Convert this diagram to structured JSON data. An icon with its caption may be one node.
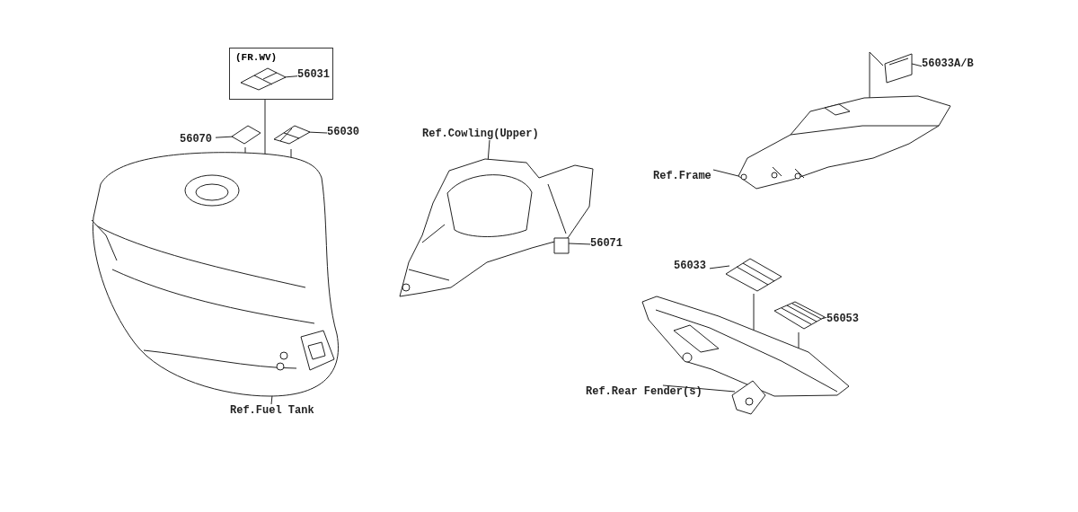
{
  "diagram": {
    "nodes": [
      {
        "text": [
          "(FR.WV)"
        ]
      },
      {
        "text": [
          "56031"
        ],
        "in": 0
      },
      {
        "text": [],
        "shape": "picture",
        "in": 0
      },
      {
        "text": [
          "56070"
        ]
      },
      {
        "text": [],
        "shape": "picture"
      },
      {
        "text": [
          "56030"
        ]
      },
      {
        "text": [],
        "shape": "picture"
      },
      {
        "text": [],
        "shape": "picture"
      },
      {
        "text": [
          "Ref.Fuel Tank"
        ]
      },
      {
        "text": [
          "Ref.Cowling(Upper)"
        ]
      },
      {
        "text": [],
        "shape": "picture"
      },
      {
        "text": [],
        "shape": "box"
      },
      {
        "text": [
          "56071"
        ]
      },
      {
        "text": [],
        "shape": "picture"
      },
      {
        "text": [
          "56033A/B"
        ]
      },
      {
        "text": [],
        "shape": "picture"
      },
      {
        "text": [
          "Ref.Frame"
        ]
      },
      {
        "text": [
          "56033"
        ]
      },
      {
        "text": [],
        "shape": "picture"
      },
      {
        "text": [
          "56053"
        ]
      },
      {
        "text": [],
        "shape": "picture"
      },
      {
        "text": [],
        "shape": "picture"
      },
      {
        "text": [
          "Ref.Rear Fender(s)"
        ]
      }
    ],
    "edges": [
      {
        "from": 1,
        "to": 2,
        "arrow": "none"
      },
      {
        "from": 0,
        "to": 7,
        "arrow": "none"
      },
      {
        "from": 3,
        "to": 4,
        "arrow": "none"
      },
      {
        "from": 4,
        "to": 7,
        "arrow": "none"
      },
      {
        "from": 5,
        "to": 6,
        "arrow": "none"
      },
      {
        "from": 6,
        "to": 7,
        "arrow": "none"
      },
      {
        "from": 8,
        "to": 7,
        "arrow": "none"
      },
      {
        "from": 9,
        "to": 10,
        "arrow": "none"
      },
      {
        "from": 11,
        "to": 10,
        "arrow": "none"
      },
      {
        "from": 12,
        "to": 11,
        "arrow": "none"
      },
      {
        "from": 14,
        "to": 13,
        "arrow": "none"
      },
      {
        "from": 13,
        "to": 15,
        "arrow": "none"
      },
      {
        "from": 16,
        "to": 15,
        "arrow": "none"
      },
      {
        "from": 17,
        "to": 18,
        "arrow": "none"
      },
      {
        "from": 18,
        "to": 21,
        "arrow": "none"
      },
      {
        "from": 19,
        "to": 20,
        "arrow": "none"
      },
      {
        "from": 20,
        "to": 21,
        "arrow": "none"
      },
      {
        "from": 22,
        "to": 21,
        "arrow": "none"
      }
    ]
  }
}
